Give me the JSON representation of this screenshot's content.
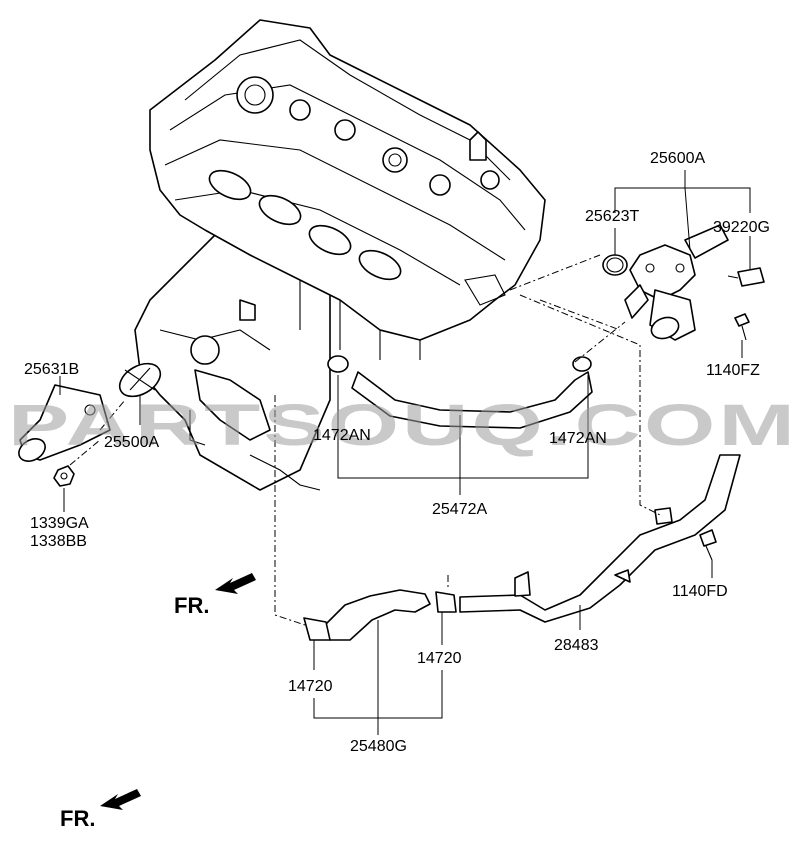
{
  "watermark": "PARTSOUQ.COM",
  "direction_marker": "FR.",
  "labels": {
    "p25600A": "25600A",
    "p25623T": "25623T",
    "p39220G": "39220G",
    "p1140FZ": "1140FZ",
    "p25631B": "25631B",
    "p25500A": "25500A",
    "p1472AN_left": "1472AN",
    "p1472AN_right": "1472AN",
    "p25472A": "25472A",
    "p1339GA": "1339GA",
    "p1338BB": "1338BB",
    "p1140FD": "1140FD",
    "p28483": "28483",
    "p14720_left": "14720",
    "p14720_right": "14720",
    "p25480G": "25480G"
  }
}
